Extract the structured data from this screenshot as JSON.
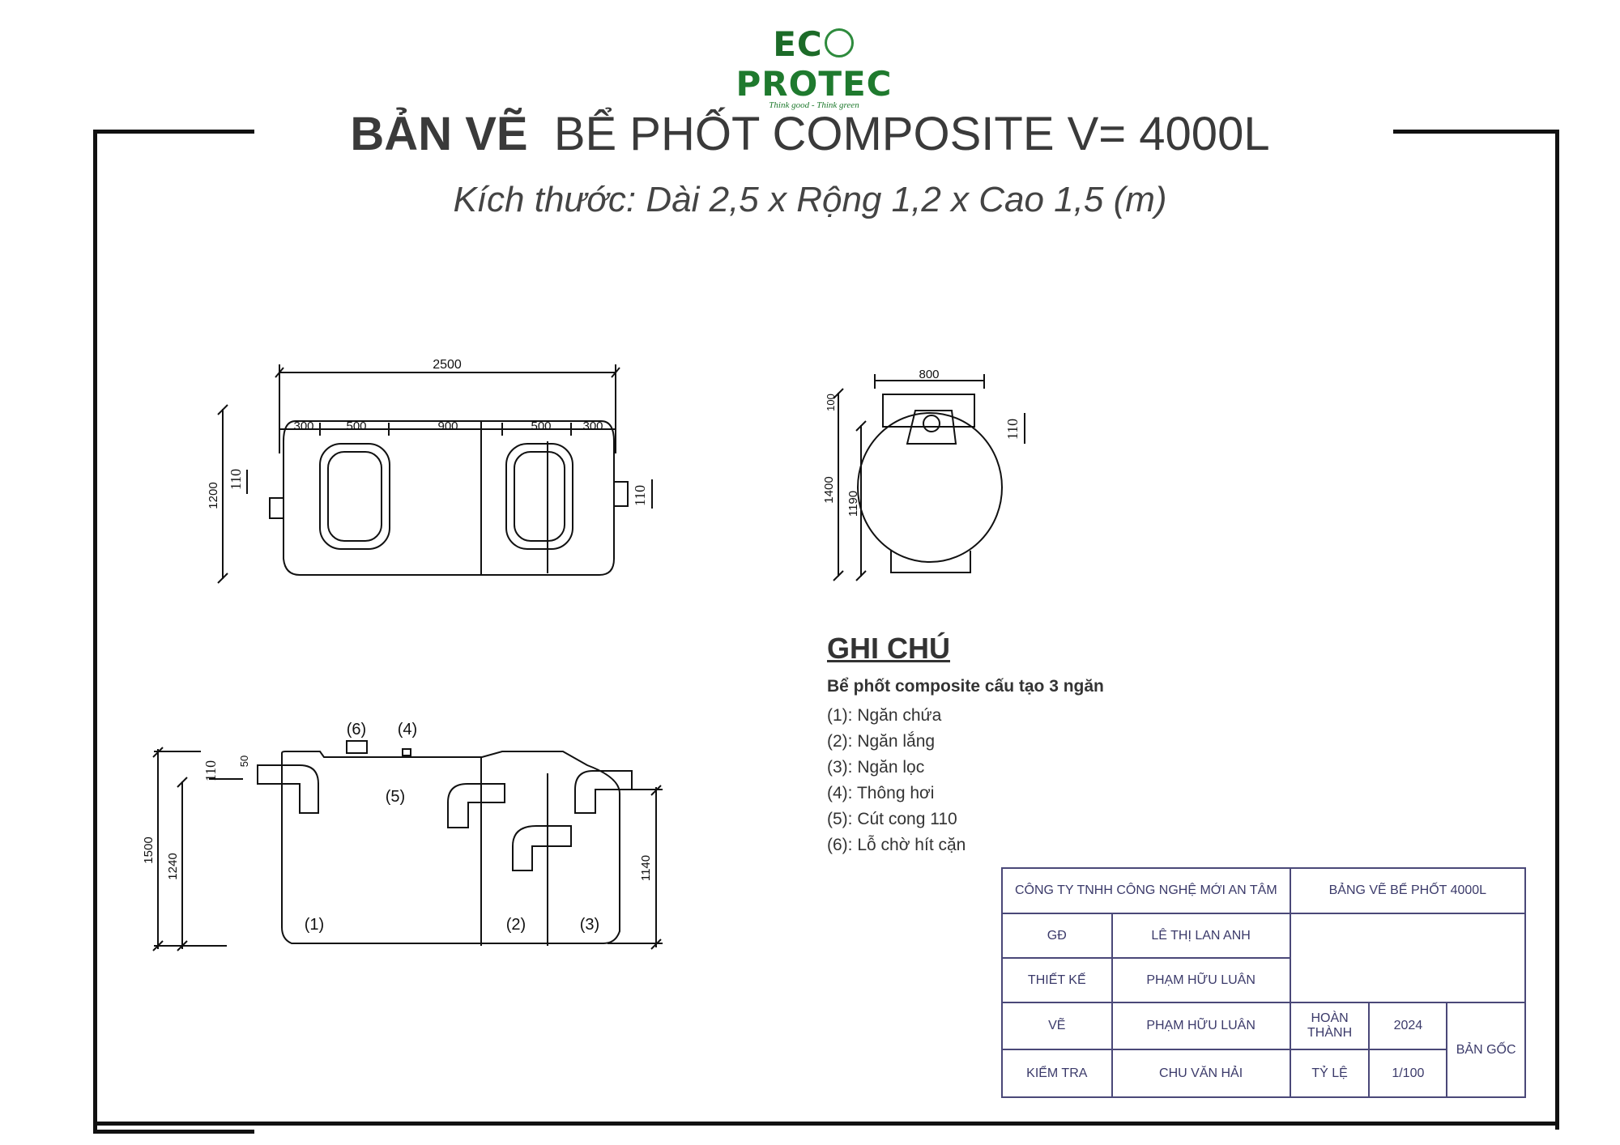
{
  "logo": {
    "brand_left": "EC",
    "brand_right": "PROTEC",
    "tagline": "Think good - Think green"
  },
  "title": {
    "bold": "BẢN VẼ",
    "rest": "BỂ PHỐT COMPOSITE V= 4000L"
  },
  "subtitle": "Kích thước: Dài 2,5 x Rộng 1,2 x Cao 1,5 (m)",
  "top_view": {
    "overall_length": "2500",
    "segments": [
      "300",
      "500",
      "900",
      "500",
      "300"
    ],
    "width": "1200",
    "pipe_left": "110",
    "pipe_right": "110"
  },
  "end_view": {
    "top_width": "800",
    "collar": "100",
    "height": "1400",
    "body": "1190",
    "pipe": "110"
  },
  "section_view": {
    "height": "1500",
    "inlet_height": "1240",
    "outlet_height": "1140",
    "pipe": "110",
    "offset": "50",
    "labels": [
      "(6)",
      "(4)",
      "(5)",
      "(1)",
      "(2)",
      "(3)"
    ]
  },
  "notes": {
    "title": "GHI CHÚ",
    "subtitle": "Bể phốt composite cấu tạo 3 ngăn",
    "items": [
      "(1): Ngăn chứa",
      "(2): Ngăn lắng",
      "(3): Ngăn lọc",
      "(4): Thông hơi",
      "(5): Cút cong 110",
      "(6): Lỗ chờ hít cặn"
    ]
  },
  "title_block": {
    "company": "CÔNG TY TNHH CÔNG NGHỆ MỚI AN TÂM",
    "drawing": "BẢNG VẼ BỂ PHỐT 4000L",
    "rows": [
      {
        "role": "GĐ",
        "name": "LÊ THỊ LAN ANH"
      },
      {
        "role": "THIẾT KẾ",
        "name": "PHẠM HỮU LUÂN"
      },
      {
        "role": "VẼ",
        "name": "PHẠM HỮU LUÂN"
      },
      {
        "role": "KIỂM TRA",
        "name": "CHU VĂN HẢI"
      }
    ],
    "completed_label": "HOÀN THÀNH",
    "completed_value": "2024",
    "scale_label": "TỶ LỆ",
    "scale_value": "1/100",
    "original": "BẢN GỐC"
  }
}
